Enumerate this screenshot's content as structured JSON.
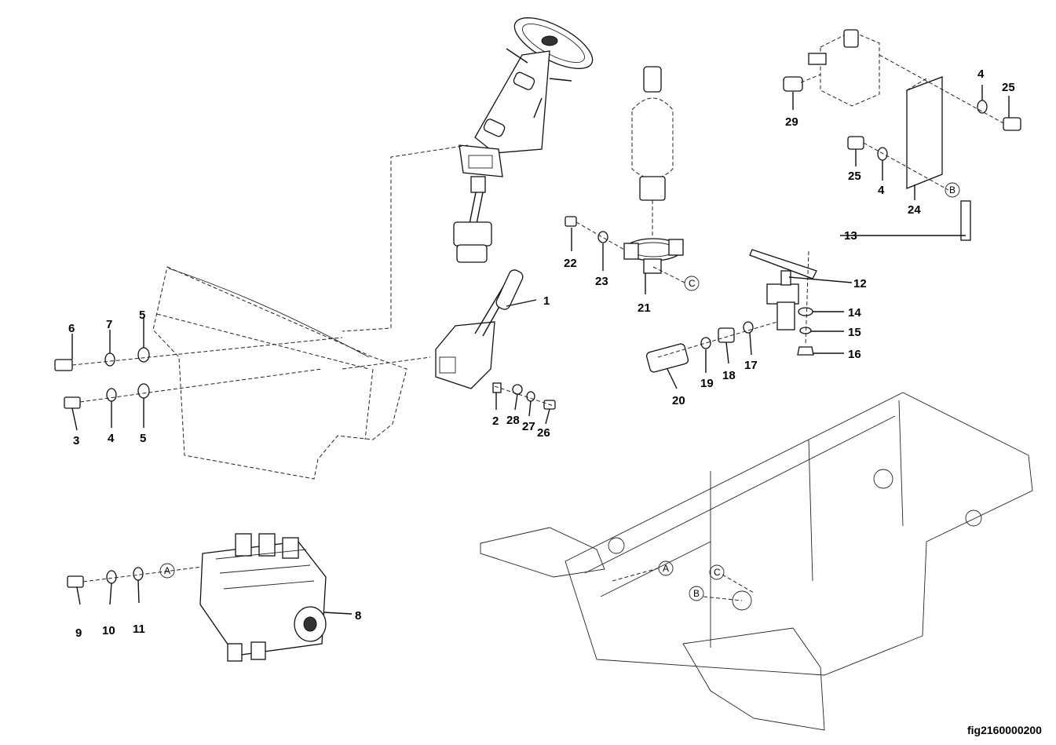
{
  "figure_id": "fig2160000200",
  "callouts": [
    "1",
    "2",
    "3",
    "4",
    "5",
    "6",
    "7",
    "8",
    "9",
    "10",
    "11",
    "12",
    "13",
    "14",
    "15",
    "16",
    "17",
    "18",
    "19",
    "20",
    "21",
    "22",
    "23",
    "24",
    "25",
    "26",
    "27",
    "28",
    "29"
  ],
  "reference_markers": [
    "A",
    "B",
    "C"
  ]
}
